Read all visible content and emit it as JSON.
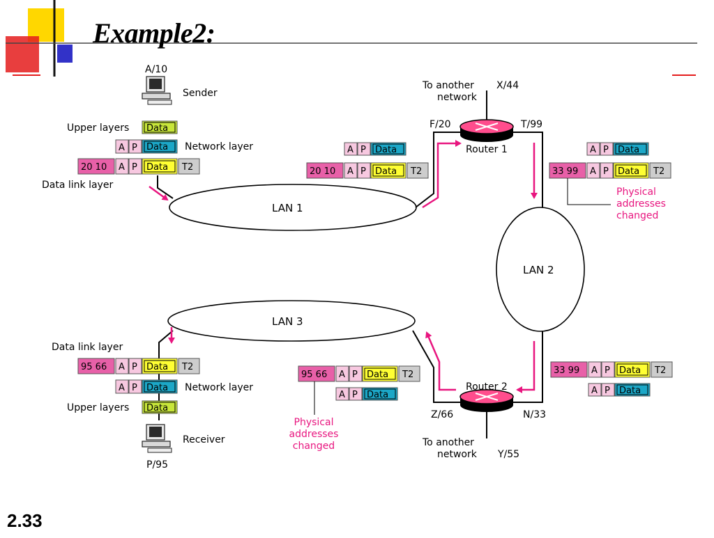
{
  "slide": {
    "title": "Example2:",
    "page_number": "2.33"
  },
  "colors": {
    "pink_box": "#e860a8",
    "light_pink_box": "#f7c8e0",
    "data_yellow": "#ffff33",
    "data_blue": "#1ca7c7",
    "data_green": "#c8e63a",
    "trailer_gray": "#cdcdcd",
    "arrow_magenta": "#e8157f",
    "router_fill": "#ff4d8d",
    "accent_red": "#e41c1c",
    "accent_yellow": "#ffd700",
    "accent_blue": "#3232c8"
  },
  "diagram": {
    "sender": {
      "address": "A/10",
      "label": "Sender"
    },
    "receiver": {
      "address": "P/95",
      "label": "Receiver"
    },
    "layers": {
      "upper": "Upper layers",
      "network": "Network layer",
      "data_link": "Data link layer"
    },
    "packet": {
      "a": "A",
      "p": "P",
      "data": "Data",
      "trailer": "T2"
    },
    "frames": {
      "f1": "20 10",
      "f2": "33 99",
      "f3": "95 66"
    },
    "lans": {
      "lan1": "LAN 1",
      "lan2": "LAN 2",
      "lan3": "LAN 3"
    },
    "router1": {
      "name": "Router 1",
      "left_port": "F/20",
      "right_port": "T/99",
      "network_port": "X/44",
      "to_network_1": "To another",
      "to_network_2": "network"
    },
    "router2": {
      "name": "Router 2",
      "left_port": "Z/66",
      "right_port": "N/33",
      "network_port": "Y/55",
      "to_network_1": "To another",
      "to_network_2": "network"
    },
    "physical_note": {
      "line1": "Physical",
      "line2": "addresses",
      "line3": "changed"
    }
  }
}
